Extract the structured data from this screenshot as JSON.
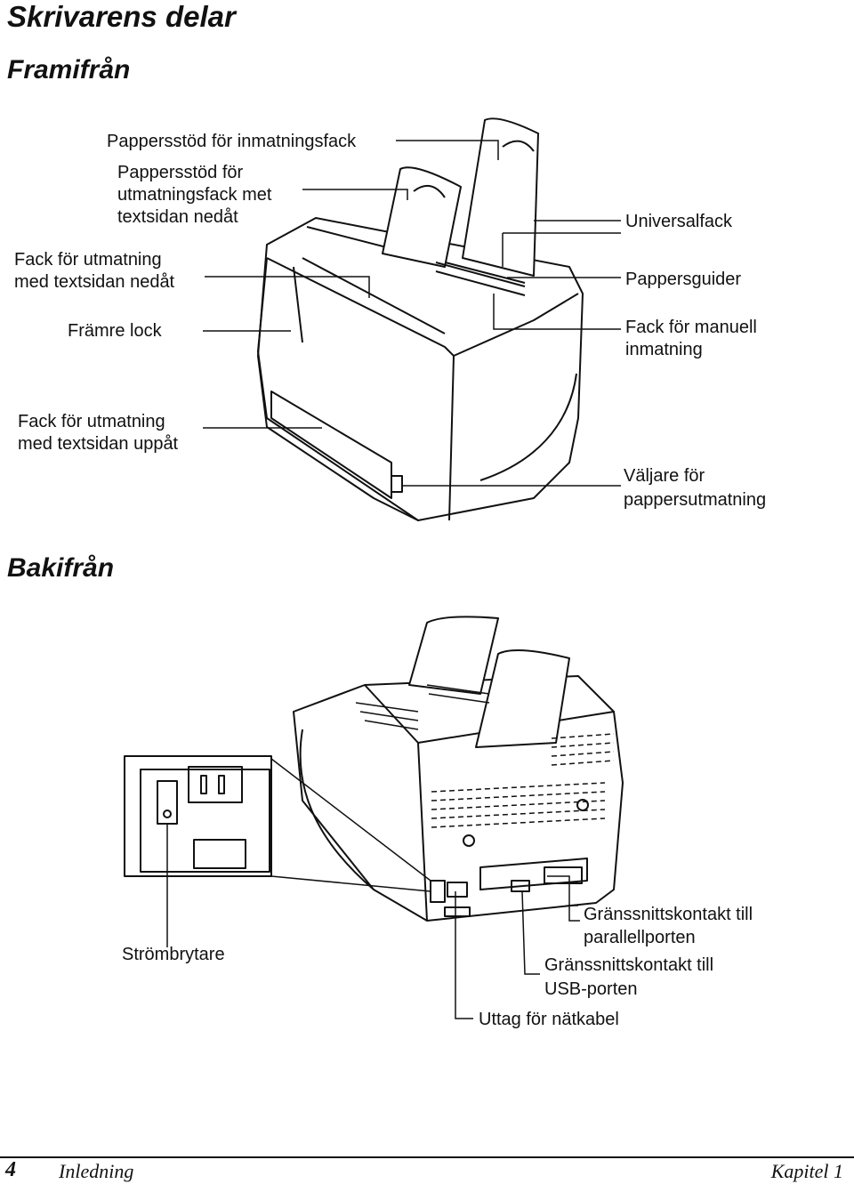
{
  "title": "Skrivarens delar",
  "front": {
    "heading": "Framifrån",
    "labels": {
      "papperstod_inmatning": "Pappersstöd för inmatningsfack",
      "papperstod_utmatning_1": "Pappersstöd för",
      "papperstod_utmatning_2": "utmatningsfack met",
      "papperstod_utmatning_3": "textsidan nedåt",
      "fack_nedat_1": "Fack för utmatning",
      "fack_nedat_2": "med textsidan nedåt",
      "framre_lock": "Främre lock",
      "universalfack": "Universalfack",
      "pappersguider": "Pappersguider",
      "manuell_1": "Fack för manuell",
      "manuell_2": "inmatning",
      "fack_uppat_1": "Fack för utmatning",
      "fack_uppat_2": "med textsidan uppåt",
      "valjare_1": "Väljare för",
      "valjare_2": "pappersutmatning"
    }
  },
  "back": {
    "heading": "Bakifrån",
    "labels": {
      "strombrytare": "Strömbrytare",
      "parallell_1": "Gränssnittskontakt till",
      "parallell_2": "parallellporten",
      "usb_1": "Gränssnittskontakt till",
      "usb_2": "USB-porten",
      "natkabel": "Uttag för nätkabel"
    }
  },
  "footer": {
    "page_number": "4",
    "chapter_name": "Inledning",
    "chapter_label": "Kapitel 1"
  }
}
